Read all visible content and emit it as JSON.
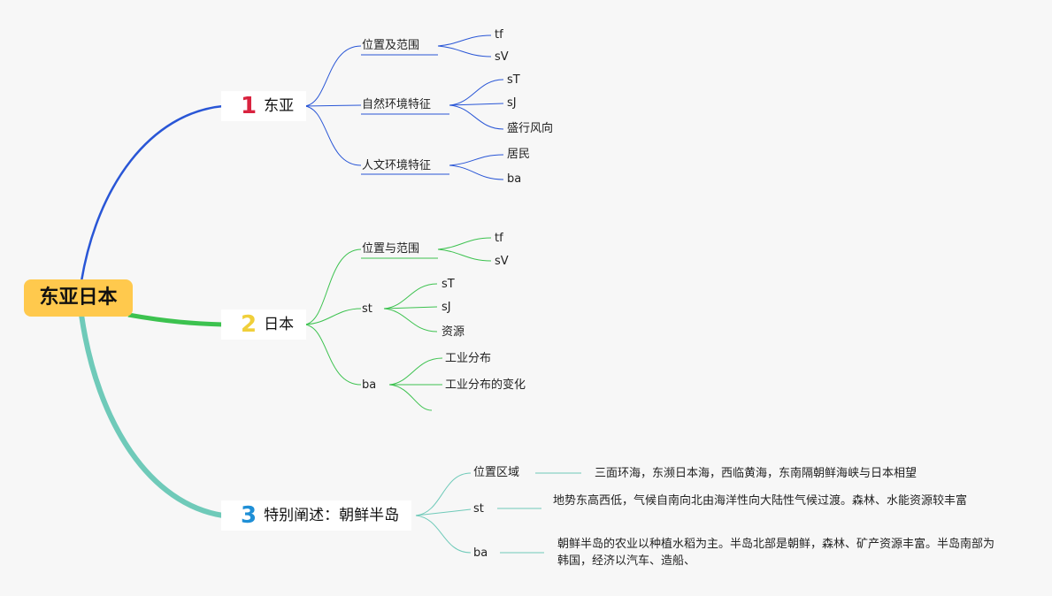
{
  "root": {
    "label": "东亚日本",
    "color": "#ffc94d"
  },
  "branches": [
    {
      "number": "1",
      "label": "东亚",
      "color": "#2956d6",
      "number_color": "#d9233f",
      "children": [
        {
          "label": "位置及范围",
          "children": [
            "tf",
            "sV"
          ]
        },
        {
          "label": "自然环境特征",
          "children": [
            "sT",
            "sJ",
            "盛行风向"
          ]
        },
        {
          "label": "人文环境特征",
          "children": [
            "居民",
            "ba"
          ]
        }
      ]
    },
    {
      "number": "2",
      "label": "日本",
      "color": "#3cc24f",
      "number_color": "#f0cf3a",
      "children": [
        {
          "label": "位置与范围",
          "children": [
            "tf",
            "sV"
          ]
        },
        {
          "label": "st",
          "children": [
            "sT",
            "sJ",
            "资源"
          ]
        },
        {
          "label": "ba",
          "children": [
            "工业分布",
            "工业分布的变化",
            ""
          ]
        }
      ]
    },
    {
      "number": "3",
      "label": "特别阐述：朝鲜半岛",
      "color": "#6fcab9",
      "number_color": "#1f8fd6",
      "children": [
        {
          "label": "位置区域",
          "note": "三面环海，东濒日本海，西临黄海，东南隔朝鲜海峡与日本相望"
        },
        {
          "label": "st",
          "note": "地势东高西低，气候自南向北由海洋性向大陆性气候过渡。森林、水能资源较丰富"
        },
        {
          "label": "ba",
          "note": "朝鲜半岛的农业以种植水稻为主。半岛北部是朝鲜，森林、矿产资源丰富。半岛南部为韩国，经济以汽车、造船、"
        }
      ]
    }
  ]
}
